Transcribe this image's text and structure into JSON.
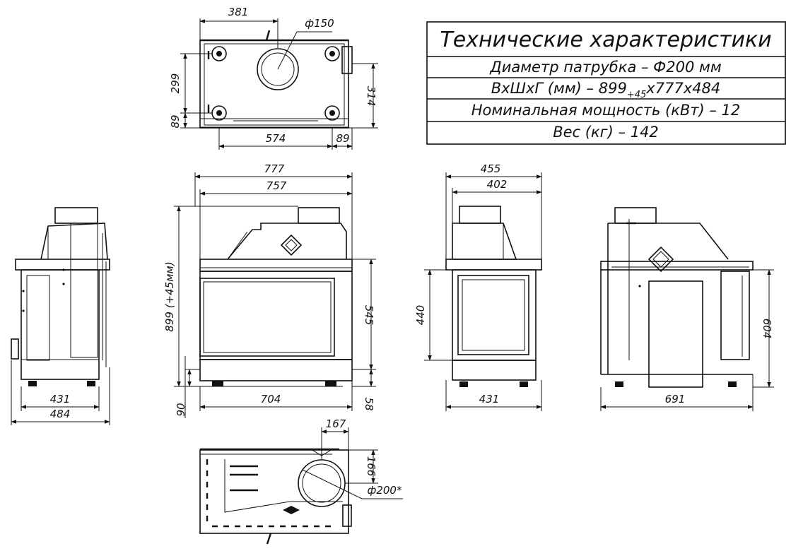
{
  "specs": {
    "title": "Технические характеристики",
    "rows": [
      "Диаметр патрубка – Ф200 мм",
      "ВхШхГ (мм) – 899",
      "+45",
      "х777х484",
      "Номинальная мощность (кВт) – 12",
      "Вес (кг) – 142"
    ]
  },
  "top_view": {
    "dims": [
      "381",
      "ф150",
      "299",
      "89",
      "314",
      "574",
      "89"
    ]
  },
  "front_view": {
    "dims": [
      "777",
      "757",
      "899 (+45мм)",
      "545",
      "90",
      "704",
      "58"
    ]
  },
  "left_view": {
    "dims": [
      "431",
      "484"
    ]
  },
  "side_view": {
    "dims": [
      "455",
      "402",
      "440",
      "431"
    ]
  },
  "back_view": {
    "dims": [
      "604",
      "691"
    ]
  },
  "bottom_view": {
    "dims": [
      "167",
      "166",
      "ф200*"
    ]
  }
}
